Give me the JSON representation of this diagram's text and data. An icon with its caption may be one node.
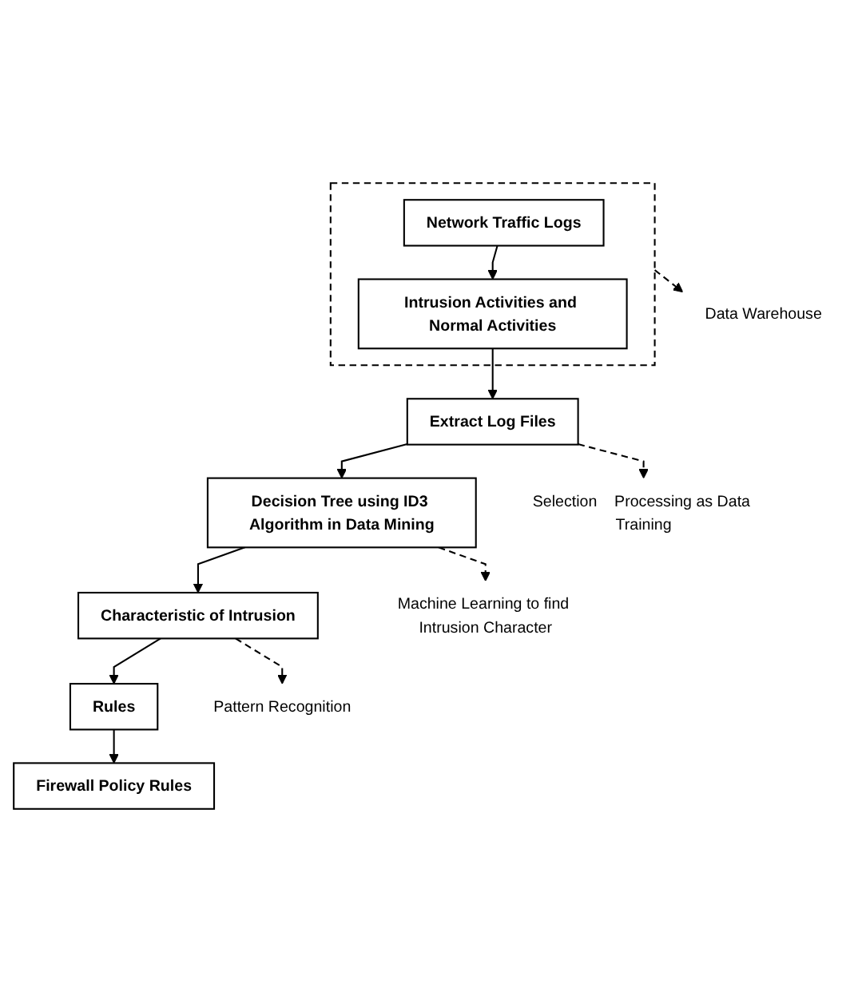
{
  "diagram": {
    "nodes": [
      {
        "text": [],
        "shape": "box"
      },
      {
        "text": [
          "Network Traffic Logs"
        ],
        "in": 0
      },
      {
        "text": [
          "Intrusion Activities and Normal Activities"
        ],
        "in": 0
      },
      {
        "text": [
          "Extract Log Files"
        ]
      },
      {
        "text": [
          "Decision Tree using ID3 Algorithm in Data Mining"
        ]
      },
      {
        "text": [
          "Characteristic of Intrusion"
        ]
      },
      {
        "text": [
          "Rules"
        ]
      },
      {
        "text": [
          "Firewall Policy Rules"
        ]
      },
      {
        "text": [
          "Data Warehouse"
        ]
      },
      {
        "text": [
          "Selection    Processing as Data Training"
        ]
      },
      {
        "text": [
          "Machine Learning to find Intrusion Character"
        ]
      },
      {
        "text": [
          "Pattern Recognition"
        ]
      }
    ],
    "edges": [
      {
        "from": 1,
        "to": 2,
        "arrow": "to"
      },
      {
        "from": 2,
        "to": 3,
        "arrow": "to"
      },
      {
        "from": 3,
        "to": 4,
        "arrow": "to"
      },
      {
        "from": 4,
        "to": 5,
        "arrow": "to"
      },
      {
        "from": 5,
        "to": 6,
        "arrow": "to"
      },
      {
        "from": 6,
        "to": 7,
        "arrow": "to"
      },
      {
        "from": 0,
        "to": 8,
        "arrow": "to",
        "style": "dashed"
      },
      {
        "from": 3,
        "to": 9,
        "arrow": "to",
        "style": "dashed"
      },
      {
        "from": 4,
        "to": 10,
        "arrow": "to",
        "style": "dashed"
      },
      {
        "from": 5,
        "to": 11,
        "arrow": "to",
        "style": "dashed"
      }
    ]
  }
}
